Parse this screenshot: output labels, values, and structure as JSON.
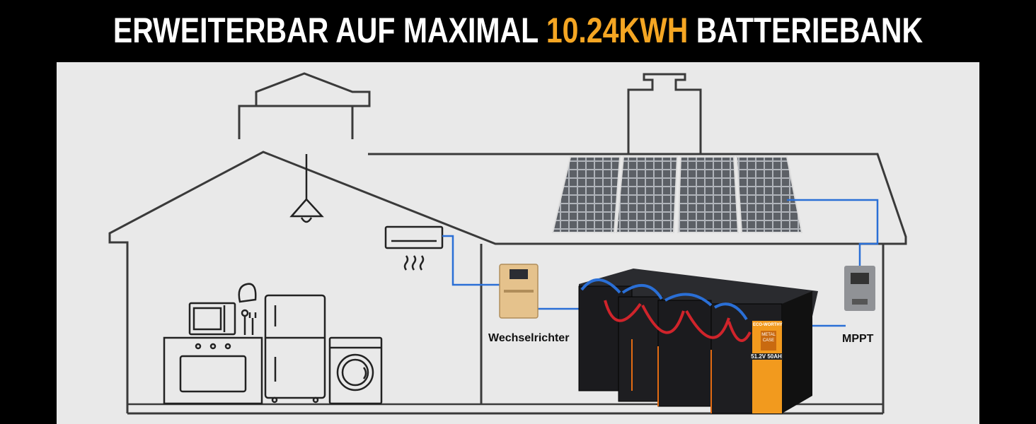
{
  "header": {
    "title_prefix": "ERWEITERBAR AUF MAXIMAL",
    "title_highlight": "10.24KWH",
    "title_suffix": "BATTERIEBANK",
    "accent_color": "#f5a623"
  },
  "diagram": {
    "inverter_label": "Wechselrichter",
    "mppt_label": "MPPT",
    "battery_brand": "ECO-WORTHY",
    "battery_spec": "51.2V 50AH",
    "battery_badge": "METAL CASE",
    "wire_color": "#2a6fd6",
    "cable_color": "#d0242b"
  }
}
